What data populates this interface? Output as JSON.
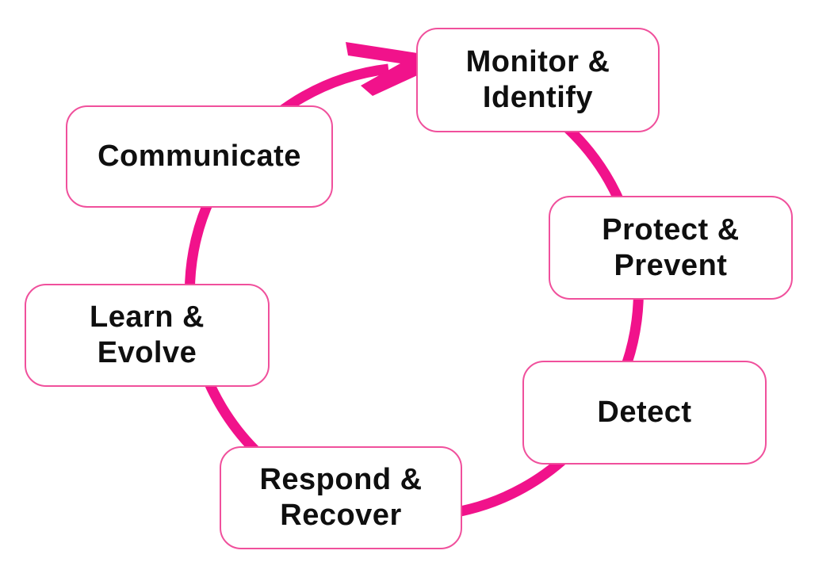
{
  "diagram": {
    "type": "cycle",
    "flow_direction": "clockwise",
    "colors": {
      "accent": "#F1128B",
      "box_border": "#F0509C",
      "box_fill": "#FFFFFF",
      "text": "#0F0F0F",
      "background": "#FFFFFF"
    },
    "nodes": [
      {
        "id": "monitor-identify",
        "label": "Monitor &\nIdentify"
      },
      {
        "id": "protect-prevent",
        "label": "Protect &\nPrevent"
      },
      {
        "id": "detect",
        "label": "Detect"
      },
      {
        "id": "respond-recover",
        "label": "Respond &\nRecover"
      },
      {
        "id": "learn-evolve",
        "label": "Learn &\nEvolve"
      },
      {
        "id": "communicate",
        "label": "Communicate"
      }
    ],
    "arrow": {
      "from": "Communicate",
      "to": "Monitor & Identify"
    }
  }
}
